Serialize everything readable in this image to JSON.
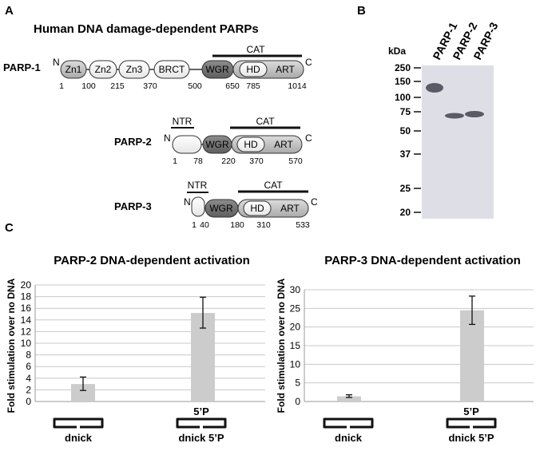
{
  "panels": {
    "a": "A",
    "b": "B",
    "c": "C"
  },
  "panel_a": {
    "title": "Human DNA damage-dependent PARPs",
    "parp1": {
      "label": "PARP-1",
      "n": "N",
      "c": "C",
      "cat": "CAT",
      "domains": [
        "Zn1",
        "Zn2",
        "Zn3",
        "BRCT",
        "WGR",
        "HD",
        "ART"
      ],
      "numbers": [
        "1",
        "100",
        "215",
        "370",
        "500",
        "650",
        "785",
        "1014"
      ]
    },
    "parp2": {
      "label": "PARP-2",
      "n": "N",
      "c": "C",
      "cat": "CAT",
      "ntr": "NTR",
      "domains": [
        "WGR",
        "HD",
        "ART"
      ],
      "numbers": [
        "1",
        "78",
        "220",
        "370",
        "570"
      ]
    },
    "parp3": {
      "label": "PARP-3",
      "n": "N",
      "c": "C",
      "cat": "CAT",
      "ntr": "NTR",
      "domains": [
        "WGR",
        "HD",
        "ART"
      ],
      "numbers": [
        "1",
        "40",
        "180",
        "310",
        "533"
      ]
    }
  },
  "panel_b": {
    "kda_label": "kDa",
    "lanes": [
      "PARP-1",
      "PARP-2",
      "PARP-3"
    ],
    "markers": [
      "250",
      "150",
      "100",
      "75",
      "50",
      "37",
      "25",
      "20"
    ],
    "colors": {
      "gel": "#dedfe6",
      "band": "#5a5a66"
    }
  },
  "chart_data": [
    {
      "type": "bar",
      "title": "PARP-2 DNA-dependent activation",
      "xlabel": "",
      "ylabel": "Fold stimulation over no DNA",
      "categories": [
        "dnick",
        "dnick 5’P"
      ],
      "values": [
        3.0,
        15.2
      ],
      "errors": [
        [
          1.9,
          4.2
        ],
        [
          12.6,
          17.9
        ]
      ],
      "ylim": [
        0,
        20
      ],
      "yticks": [
        0,
        2,
        4,
        6,
        8,
        10,
        12,
        14,
        16,
        18,
        20
      ],
      "grid": true,
      "color": "#cccccc",
      "dna_label": "5’P"
    },
    {
      "type": "bar",
      "title": "PARP-3 DNA-dependent activation",
      "xlabel": "",
      "ylabel": "Fold stimulation over no DNA",
      "categories": [
        "dnick",
        "dnick 5’P"
      ],
      "values": [
        1.4,
        24.5
      ],
      "errors": [
        [
          1.1,
          1.8
        ],
        [
          20.7,
          28.3
        ]
      ],
      "ylim": [
        0,
        30
      ],
      "yticks": [
        0,
        5,
        10,
        15,
        20,
        25,
        30
      ],
      "grid": true,
      "color": "#cccccc",
      "dna_label": "5’P"
    }
  ]
}
